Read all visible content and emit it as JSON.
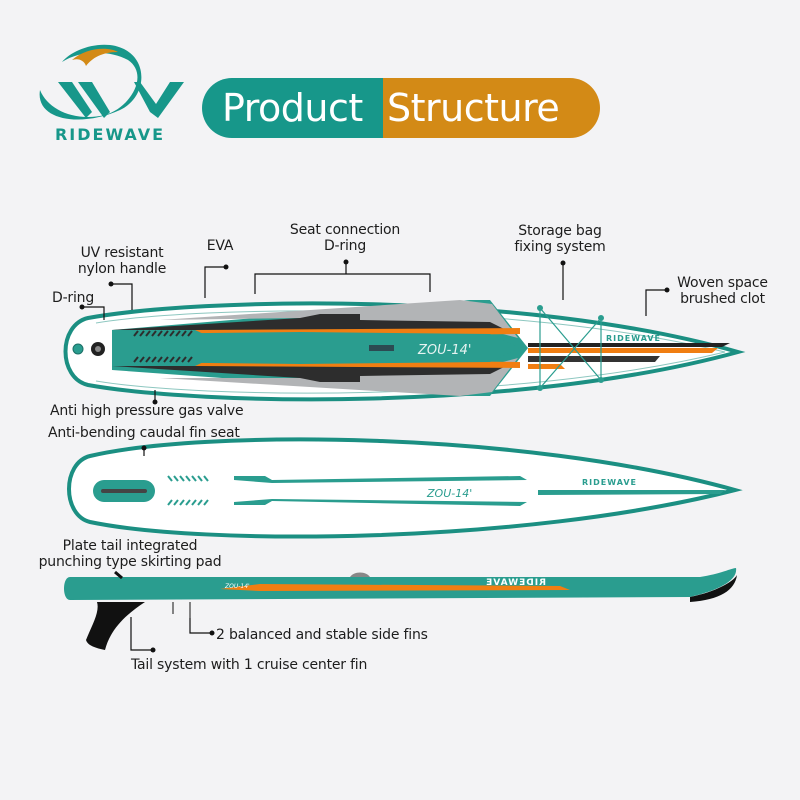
{
  "brand": {
    "name": "RIDEWAVE",
    "colors": {
      "teal": "#17978a",
      "orange": "#d38a16",
      "board_orange": "#f07e12",
      "dark": "#2c2c2c",
      "gray": "#b4b6b8"
    }
  },
  "header": {
    "title_part1": "Product",
    "title_part2": "Structure"
  },
  "board_top": {
    "model": "ZOU-14'",
    "logo": "RIDEWAVE"
  },
  "board_bottom": {
    "model": "ZOU-14'",
    "logo": "RIDEWAVE"
  },
  "board_side": {
    "model": "ZOU-14'",
    "logo": "RIDEWAVE"
  },
  "callouts": {
    "uv_handle": [
      "UV resistant",
      "nylon handle"
    ],
    "eva": "EVA",
    "seat_dring": [
      "Seat connection",
      "D-ring"
    ],
    "storage_bag": [
      "Storage bag",
      "fixing system"
    ],
    "woven_space": [
      "Woven space",
      "brushed clot"
    ],
    "dring": "D-ring",
    "gas_valve": "Anti high pressure gas valve",
    "fin_seat": "Anti-bending caudal fin seat",
    "skirting_pad": [
      "Plate tail integrated",
      "punching type skirting pad"
    ],
    "side_fins": "2 balanced and stable side fins",
    "center_fin": "Tail system with 1 cruise center fin"
  }
}
